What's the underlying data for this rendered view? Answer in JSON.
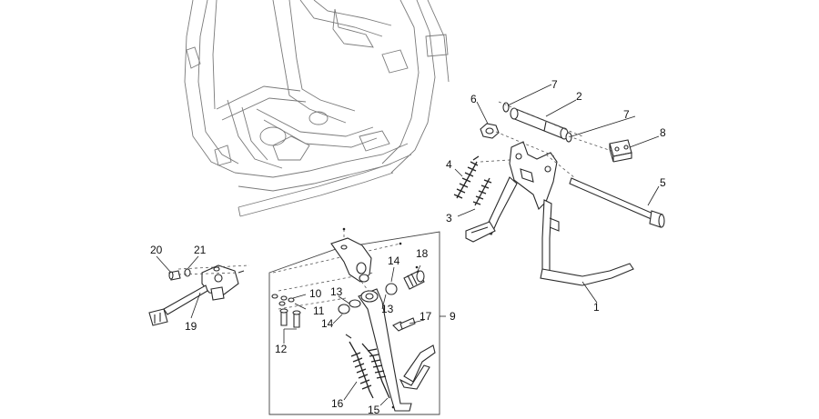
{
  "callouts": {
    "c1": "1",
    "c2": "2",
    "c3": "3",
    "c4": "4",
    "c5": "5",
    "c6": "6",
    "c7a": "7",
    "c7b": "7",
    "c8": "8",
    "c9": "9",
    "c10": "10",
    "c11": "11",
    "c12": "12",
    "c13a": "13",
    "c13b": "13",
    "c14a": "14",
    "c14b": "14",
    "c15": "15",
    "c16": "16",
    "c17": "17",
    "c18": "18",
    "c19": "19",
    "c20": "20",
    "c21": "21"
  }
}
